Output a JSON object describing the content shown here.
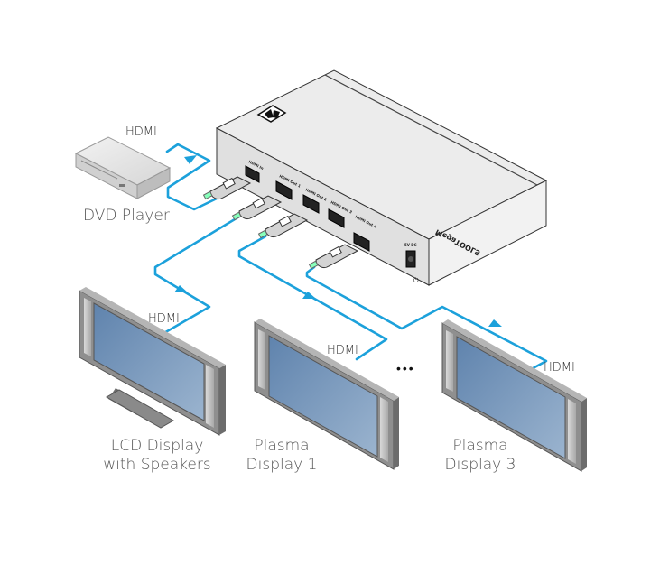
{
  "diagram": {
    "title": "HDMI distribution amplifier connection diagram",
    "colors": {
      "cable": "#1ca1db",
      "device_body": "#e6e6e6",
      "screen": "#6b8db5",
      "bezel": "#8c8c8c"
    },
    "device": {
      "brand_label": "MegaTOOLS",
      "logo": "kramer-logo-icon",
      "ports": [
        {
          "label": "HDMI In"
        },
        {
          "label": "HDMI Out 1"
        },
        {
          "label": "HDMI Out 2"
        },
        {
          "label": "HDMI Out 3"
        },
        {
          "label": "HDMI Out 4"
        }
      ],
      "power_label": "5V DC"
    },
    "source": {
      "name": "DVD Player",
      "cable_label": "HDMI"
    },
    "displays": [
      {
        "name_line1": "LCD Display",
        "name_line2": "with Speakers",
        "cable_label": "HDMI"
      },
      {
        "name_line1": "Plasma",
        "name_line2": "Display 1",
        "cable_label": "HDMI"
      },
      {
        "name_line1": "Plasma",
        "name_line2": "Display 3",
        "cable_label": "HDMI"
      }
    ],
    "ellipsis": "•••"
  }
}
